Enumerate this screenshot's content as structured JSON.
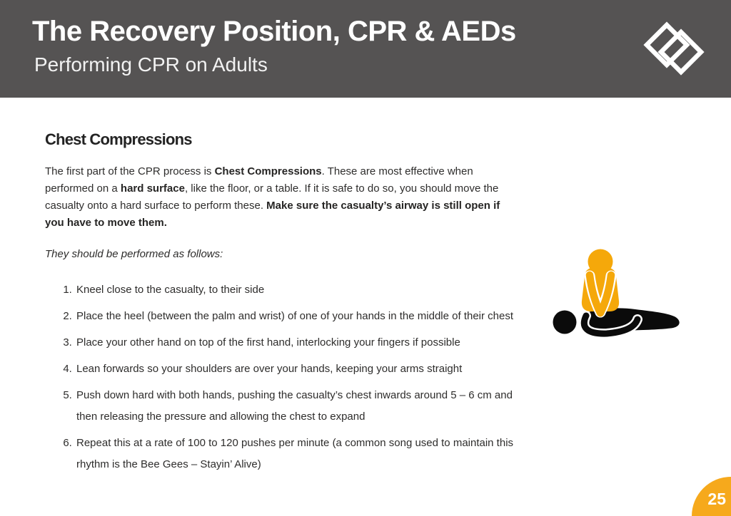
{
  "slide": {
    "title": "The Recovery Position, CPR & AEDs",
    "subtitle": "Performing CPR on Adults",
    "page_number": "25"
  },
  "content": {
    "heading": "Chest Compressions",
    "paragraph": {
      "seg1": "The first part of the CPR process is ",
      "bold1": "Chest Compressions",
      "seg2": ". These are most effective when performed on a ",
      "bold2": "hard surface",
      "seg3": ", like the floor, or a table. If it is safe to do so, you should move the casualty onto a hard surface to perform these. ",
      "bold3": "Make sure the casualty’s airway is still open if you have to move them."
    },
    "list_intro": "They should be performed as follows:",
    "steps": [
      "Kneel close to the casualty, to their side",
      "Place the heel (between the palm and wrist) of one of your hands in the middle of their chest",
      "Place your other hand on top of the first hand, interlocking your fingers if possible",
      "Lean forwards so your shoulders are over your hands, keeping your arms straight",
      "Push down hard with both hands, pushing the casualty’s chest inwards around 5 – 6 cm and then releasing the pressure and allowing the chest to expand",
      "Repeat this at a rate of 100 to 120 pushes per minute (a common song used to maintain this rhythm is the Bee Gees – Stayin’ Alive)"
    ]
  },
  "illustration": {
    "name": "cpr-chest-compressions",
    "rescuer_color": "#F5A80A",
    "casualty_color": "#0B0B0B"
  },
  "icons": {
    "logo": "interlocking-diamonds-logo"
  },
  "colors": {
    "header_bg": "#555353",
    "accent_orange": "#F6A91C",
    "body_text": "#2E2D2C",
    "heading_text": "#232323",
    "header_text": "#FFFFFF"
  }
}
